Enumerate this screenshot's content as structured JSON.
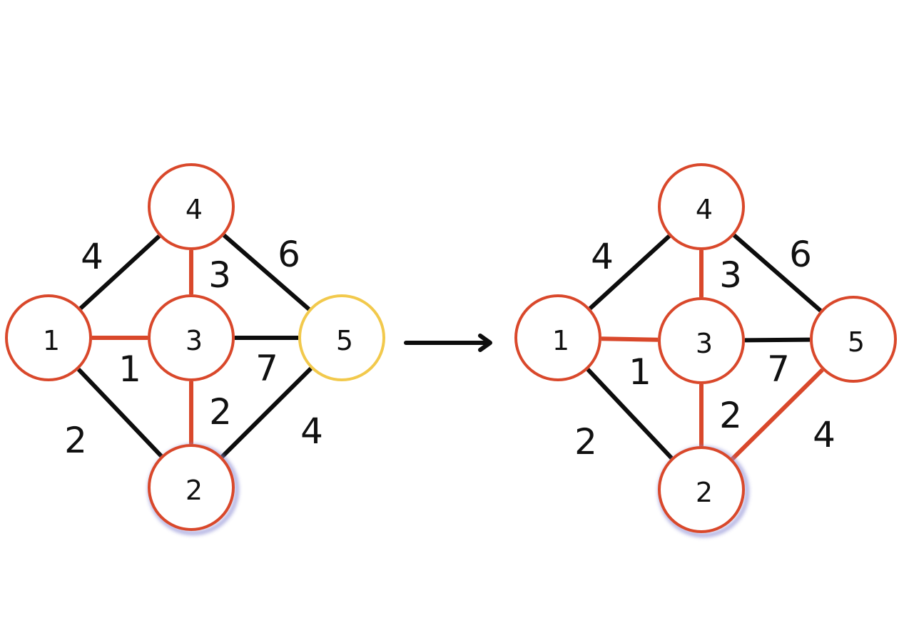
{
  "colors": {
    "black_edge": "#0d0d0d",
    "mst_edge": "#d9482b",
    "node_stroke": "#d9482b",
    "current_node_stroke": "#f2c94c",
    "selected_glow": "#8f8fd6",
    "arrow": "#0d0d0d"
  },
  "graphs": [
    {
      "nodes": [
        {
          "id": "4",
          "label": "4",
          "state": "normal"
        },
        {
          "id": "1",
          "label": "1",
          "state": "normal"
        },
        {
          "id": "3",
          "label": "3",
          "state": "normal"
        },
        {
          "id": "5",
          "label": "5",
          "state": "current"
        },
        {
          "id": "2",
          "label": "2",
          "state": "selected"
        }
      ],
      "edges": [
        {
          "from": "1",
          "to": "4",
          "weight": "4",
          "in_tree": false
        },
        {
          "from": "4",
          "to": "3",
          "weight": "3",
          "in_tree": true
        },
        {
          "from": "4",
          "to": "5",
          "weight": "6",
          "in_tree": false
        },
        {
          "from": "1",
          "to": "3",
          "weight": "1",
          "in_tree": true
        },
        {
          "from": "3",
          "to": "5",
          "weight": "7",
          "in_tree": false
        },
        {
          "from": "1",
          "to": "2",
          "weight": "2",
          "in_tree": false
        },
        {
          "from": "3",
          "to": "2",
          "weight": "2",
          "in_tree": true
        },
        {
          "from": "5",
          "to": "2",
          "weight": "4",
          "in_tree": false
        }
      ]
    },
    {
      "nodes": [
        {
          "id": "4",
          "label": "4",
          "state": "normal"
        },
        {
          "id": "1",
          "label": "1",
          "state": "normal"
        },
        {
          "id": "3",
          "label": "3",
          "state": "normal"
        },
        {
          "id": "5",
          "label": "5",
          "state": "normal"
        },
        {
          "id": "2",
          "label": "2",
          "state": "selected"
        }
      ],
      "edges": [
        {
          "from": "1",
          "to": "4",
          "weight": "4",
          "in_tree": false
        },
        {
          "from": "4",
          "to": "3",
          "weight": "3",
          "in_tree": true
        },
        {
          "from": "4",
          "to": "5",
          "weight": "6",
          "in_tree": false
        },
        {
          "from": "1",
          "to": "3",
          "weight": "1",
          "in_tree": true
        },
        {
          "from": "3",
          "to": "5",
          "weight": "7",
          "in_tree": false
        },
        {
          "from": "1",
          "to": "2",
          "weight": "2",
          "in_tree": false
        },
        {
          "from": "3",
          "to": "2",
          "weight": "2",
          "in_tree": true
        },
        {
          "from": "5",
          "to": "2",
          "weight": "4",
          "in_tree": true
        }
      ]
    }
  ]
}
